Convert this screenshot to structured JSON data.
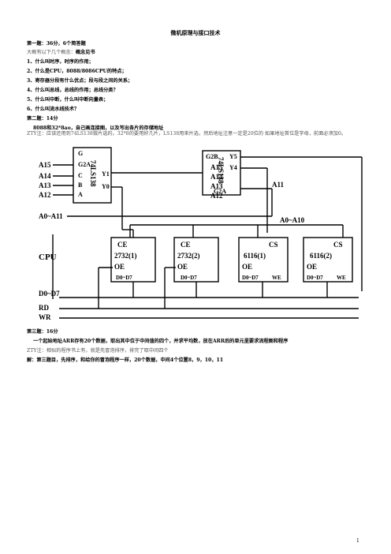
{
  "title": "微机原理与接口技术",
  "section1": {
    "heading": "第一题：36分，6个简答题",
    "intro_prefix": "大概有以下几个概念：",
    "intro_bold": "概念见书",
    "items": [
      "1、什么叫时序，时序的作用；",
      "2、什么是CPU，8088/8086CPU的特点；",
      "3、寄存器分段有什么优点；段与段之间的关系；",
      "4、什么叫总线，总线的作用；总线分类？",
      "5、什么叫中断，什么叫中断向量表；",
      "6、什么叫流水线技术？"
    ]
  },
  "section2": {
    "heading": "第二题：14分",
    "question": "8088和32*8ao，自己画连接图，以及写出各片的存储地址",
    "note": "ZTY注：应该还用到74LS138做片选的。32*8的要用好几片，LS138用来片选，然后地址注意一定是20位的   如果地址首位是字母，前面必须加0。"
  },
  "diagram": {
    "decoder_chip": "74LS138",
    "decoder1_inputs": [
      "A15",
      "A14",
      "A13",
      "A12"
    ],
    "decoder2_inputs": [
      "A15",
      "A14",
      "A13",
      "A12"
    ],
    "decoder_pins": [
      "G",
      "G2A",
      "C",
      "B",
      "A",
      "Y1",
      "Y0",
      "G2B",
      "Y5",
      "Y4",
      "G2A"
    ],
    "addr_lines": "A0~A11",
    "addr_lines2": "A0~A10",
    "a11": "A11",
    "cpu": "CPU",
    "data_bus": "D0~D7",
    "rd": "RD",
    "wr": "WR",
    "chips": [
      {
        "name": "2732(1)",
        "pins": [
          "CE",
          "OE",
          "D0~D7"
        ]
      },
      {
        "name": "2732(2)",
        "pins": [
          "CE",
          "OE",
          "D0~D7"
        ]
      },
      {
        "name": "6116(1)",
        "pins": [
          "CS",
          "OE",
          "D0~D7",
          "WE"
        ]
      },
      {
        "name": "6116(2)",
        "pins": [
          "CS",
          "OE",
          "D0~D7",
          "WE"
        ]
      }
    ]
  },
  "section3": {
    "heading": "第三题：16分",
    "question": "一个起始地址ARR存有20个数据，取出其中位于中间值的四个，并求平均数，放在ARR后的单元里要求流程图和程序",
    "note": "ZTY注：相似的程序书上有，就是先冒泡排序，排完了取中间四个",
    "answer": "解：第三题目，先排序，和给你的冒泡程序一样，20个数据，中间4个位置8，9，10，11"
  },
  "page_number": "1"
}
